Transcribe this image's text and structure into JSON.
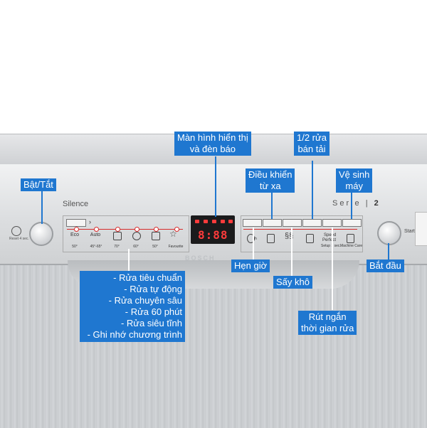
{
  "panel": {
    "brand_left": "Silence",
    "brand_right": "Serie",
    "brand_right_number": "2",
    "reset_label": "Reset 4 sec.",
    "start_label": "Start",
    "display_digits": "8:88",
    "bosch_logo": "BOSCH"
  },
  "programs": [
    {
      "label": "Eco",
      "sub": "50°"
    },
    {
      "label": "Auto",
      "sub": "45°-65°"
    },
    {
      "label": "",
      "sub": "70°"
    },
    {
      "label": "",
      "sub": "60°"
    },
    {
      "label": "",
      "sub": "50°"
    },
    {
      "label": "",
      "sub": "Favourite"
    }
  ],
  "options": {
    "speed_label": "Speed",
    "perfect_label": "Perfect",
    "setup_label": "Setup 3 sec.",
    "machine_care_label": "Machine Care",
    "timer_suffix": "h"
  },
  "callouts": {
    "power": "Bật/Tắt",
    "display_line1": "Màn hình hiển thị",
    "display_line2": "và đèn báo",
    "half_load_line1": "1/2 rửa",
    "half_load_line2": "bán tải",
    "remote_line1": "Điều khiển",
    "remote_line2": "từ xa",
    "clean_line1": "Vệ sinh",
    "clean_line2": "máy",
    "timer": "Hẹn giờ",
    "start": "Bắt đầu",
    "dry": "Sấy khô",
    "shorten_line1": "Rút ngắn",
    "shorten_line2": "thời gian rửa",
    "program_list": [
      "- Rửa tiêu chuẩn",
      "- Rửa tự động",
      "- Rửa chuyên sâu",
      "- Rửa 60 phút",
      "- Rửa siêu tĩnh",
      "- Ghi nhớ chương trình"
    ]
  },
  "colors": {
    "callout_bg": "#1f77d0",
    "accent_red": "#d82a2a",
    "display_bg": "#1b1b1c"
  }
}
